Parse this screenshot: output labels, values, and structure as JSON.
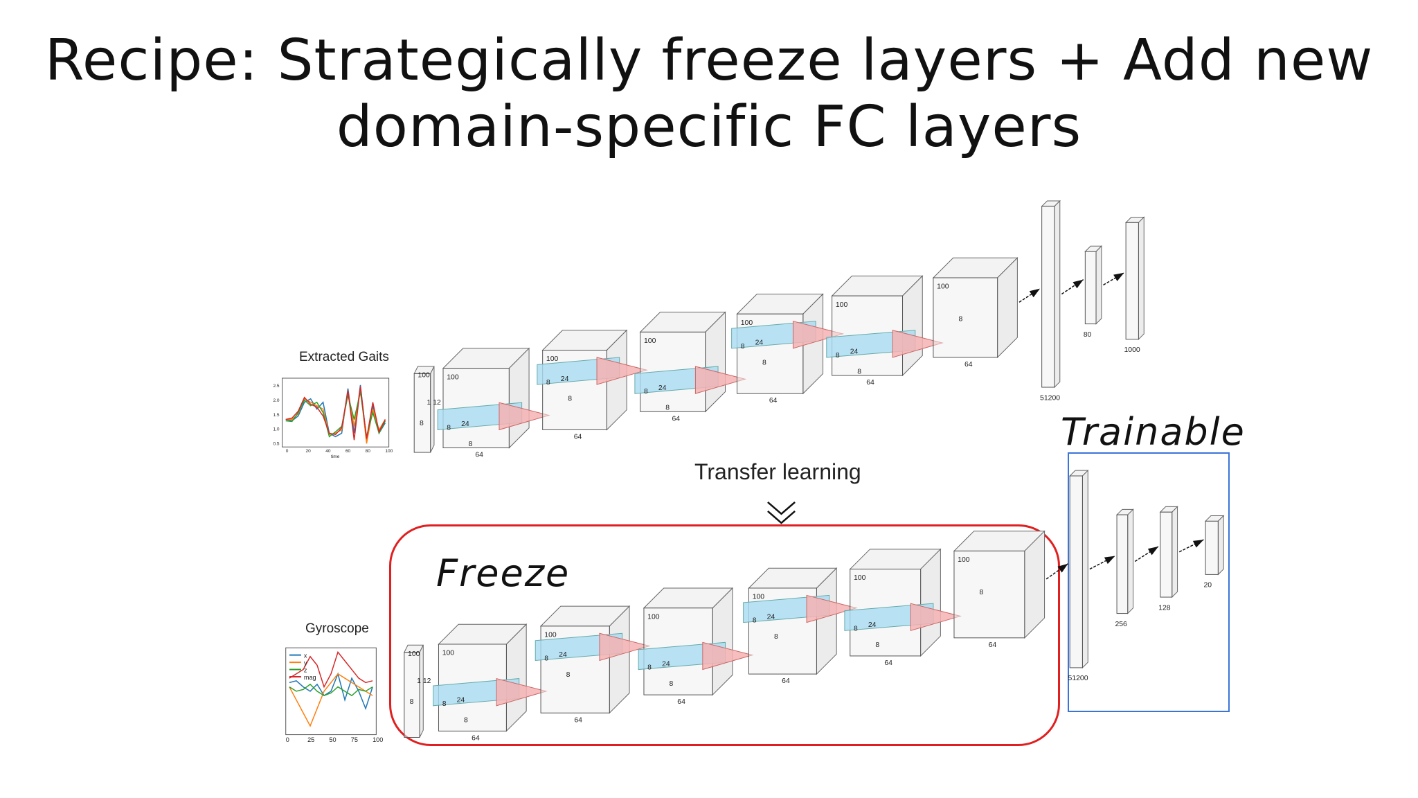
{
  "slide": {
    "title_line1": "Recipe: Strategically freeze layers + Add new",
    "title_line2": "domain-specific FC layers"
  },
  "source_network": {
    "input_label": "Extracted Gaits",
    "plot_x_ticks": [
      "0",
      "20",
      "40",
      "60",
      "80",
      "100"
    ],
    "plot_y_ticks": [
      "2.5",
      "2.0",
      "1.5",
      "1.0",
      "0.5"
    ],
    "plot_xlabel": "time",
    "input_slab": {
      "h": "100",
      "a": "1",
      "b": "12",
      "d": "8"
    },
    "conv_layers": [
      {
        "h": "100",
        "d": "8",
        "w": "64",
        "k": "24",
        "kd": "8"
      },
      {
        "h": "100",
        "d": "8",
        "w": "64",
        "k": "24",
        "kd": "8"
      },
      {
        "h": "100",
        "d": "8",
        "w": "64",
        "k": "24",
        "kd": "8"
      },
      {
        "h": "100",
        "d": "8",
        "w": "64",
        "k": "24",
        "kd": "8"
      },
      {
        "h": "100",
        "d": "8",
        "w": "64",
        "k": "24",
        "kd": "8"
      },
      {
        "h": "100",
        "d": "8",
        "w": "64"
      }
    ],
    "fc_layers": [
      "51200",
      "80",
      "1000"
    ]
  },
  "transfer": {
    "label": "Transfer learning",
    "icon": "double-chevron-down"
  },
  "target_network": {
    "input_label": "Gyroscope",
    "legend": [
      "x",
      "y",
      "z",
      "mag"
    ],
    "legend_colors": [
      "#1f77b4",
      "#ff7f0e",
      "#2ca02c",
      "#d62728"
    ],
    "plot_x_ticks": [
      "0",
      "25",
      "50",
      "75",
      "100"
    ],
    "input_slab": {
      "h": "100",
      "a": "1",
      "b": "12",
      "d": "8"
    },
    "conv_layers": [
      {
        "h": "100",
        "d": "8",
        "w": "64",
        "k": "24",
        "kd": "8"
      },
      {
        "h": "100",
        "d": "8",
        "w": "64",
        "k": "24",
        "kd": "8"
      },
      {
        "h": "100",
        "d": "8",
        "w": "64",
        "k": "24",
        "kd": "8"
      },
      {
        "h": "100",
        "d": "8",
        "w": "64",
        "k": "24",
        "kd": "8"
      },
      {
        "h": "100",
        "d": "8",
        "w": "64",
        "k": "24",
        "kd": "8"
      },
      {
        "h": "100",
        "d": "8",
        "w": "64"
      }
    ],
    "fc_layers": [
      "51200",
      "256",
      "128",
      "20"
    ]
  },
  "freeze_label": "Freeze",
  "trainable_label": "Trainable",
  "colors": {
    "freeze_frame": "#e02020",
    "trainable_frame": "#3b74d8",
    "kernel_blue": "#a8dcf2",
    "kernel_red": "#f4b3b3"
  }
}
